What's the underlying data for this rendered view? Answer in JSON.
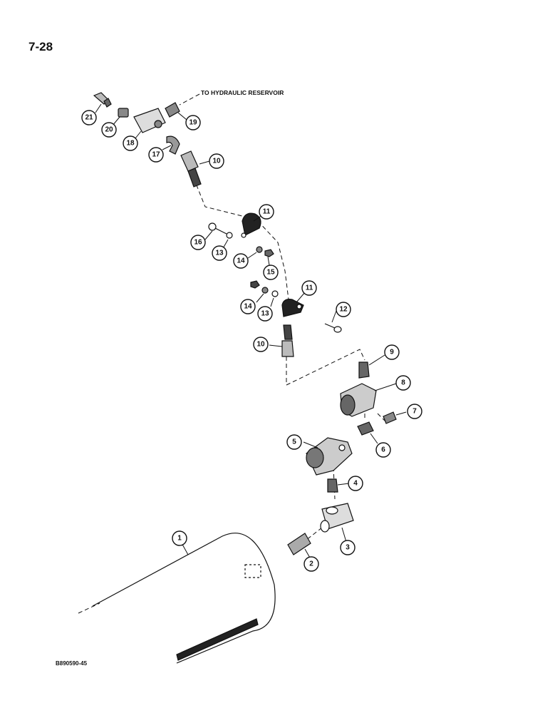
{
  "page_number": "7-28",
  "figure_code": "B890590-45",
  "reservoir_label": "TO HYDRAULIC RESERVOIR",
  "callouts": [
    "21",
    "20",
    "18",
    "19",
    "17",
    "10",
    "11",
    "16",
    "13",
    "14",
    "15",
    "14",
    "13",
    "11",
    "12",
    "10",
    "9",
    "8",
    "7",
    "6",
    "5",
    "4",
    "3",
    "2",
    "1"
  ]
}
